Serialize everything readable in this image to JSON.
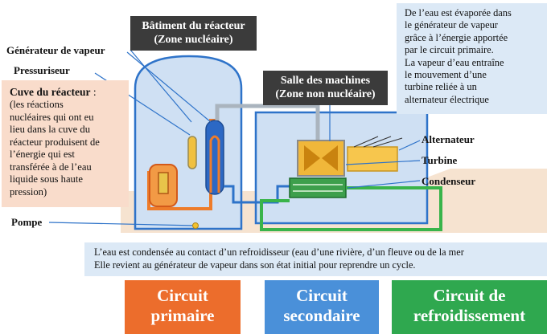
{
  "title_reactor": {
    "line1": "Bâtiment du réacteur",
    "line2": "(Zone nucléaire)"
  },
  "title_machines": {
    "line1": "Salle des machines",
    "line2": "(Zone non nucléaire)"
  },
  "labels": {
    "generateur": "Générateur de vapeur",
    "pressuriseur": "Pressuriseur",
    "pompe": "Pompe",
    "alternateur": "Alternateur",
    "turbine": "Turbine",
    "condenseur": "Condenseur"
  },
  "cuve": {
    "title": "Cuve du réacteur",
    "sep": " :",
    "lines": [
      "(les réactions",
      "nucléaires qui ont eu",
      "lieu dans la cuve du",
      "réacteur produisent de",
      "l’énergie qui est",
      "transférée à de l’eau",
      "liquide sous haute",
      "pression)"
    ]
  },
  "vapeur_note": {
    "lines": [
      "De l’eau est évaporée dans",
      "le générateur de vapeur",
      "grâce à l’énergie apportée",
      "par le circuit primaire.",
      "La vapeur d’eau entraîne",
      "le mouvement d’une",
      "turbine reliée à un",
      "alternateur électrique"
    ]
  },
  "bottom_note": {
    "line1": "L’eau est condensée au contact d’un refroidisseur (eau d’une rivière, d’un fleuve ou de la mer",
    "line2": "Elle revient au générateur de vapeur dans son état initial pour reprendre un cycle."
  },
  "circuits": {
    "primaire": {
      "line1": "Circuit",
      "line2": "primaire",
      "color": "#ec6d2c"
    },
    "secondaire": {
      "line1": "Circuit",
      "line2": "secondaire",
      "color": "#4a90d9"
    },
    "refroidissement": {
      "line1": "Circuit de",
      "line2": "refroidissement",
      "color": "#2fa84f"
    }
  }
}
